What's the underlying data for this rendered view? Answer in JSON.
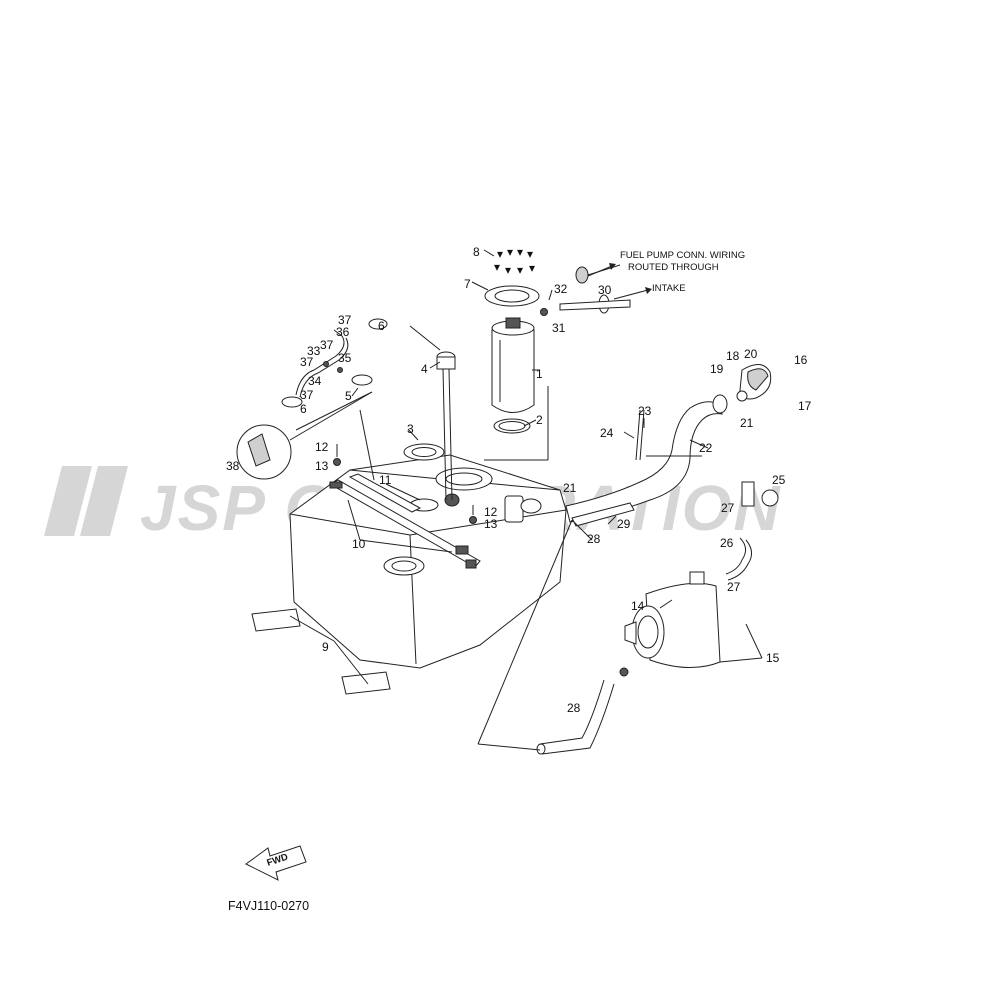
{
  "watermark": {
    "text": "JSP CORPORATION"
  },
  "diagram_code": "F4VJ110-0270",
  "fwd_label": "FWD",
  "notes": {
    "fuel_pump_wiring_line1": "FUEL PUMP CONN. WIRING",
    "fuel_pump_wiring_line2": "ROUTED THROUGH",
    "intake": "INTAKE"
  },
  "callouts": [
    {
      "id": "c1",
      "num": "1"
    },
    {
      "id": "c2",
      "num": "2"
    },
    {
      "id": "c3",
      "num": "3"
    },
    {
      "id": "c4",
      "num": "4"
    },
    {
      "id": "c5",
      "num": "5"
    },
    {
      "id": "c6a",
      "num": "6"
    },
    {
      "id": "c6b",
      "num": "6"
    },
    {
      "id": "c7",
      "num": "7"
    },
    {
      "id": "c8",
      "num": "8"
    },
    {
      "id": "c9",
      "num": "9"
    },
    {
      "id": "c10",
      "num": "10"
    },
    {
      "id": "c11",
      "num": "11"
    },
    {
      "id": "c12a",
      "num": "12"
    },
    {
      "id": "c12b",
      "num": "12"
    },
    {
      "id": "c13a",
      "num": "13"
    },
    {
      "id": "c13b",
      "num": "13"
    },
    {
      "id": "c14",
      "num": "14"
    },
    {
      "id": "c15",
      "num": "15"
    },
    {
      "id": "c16",
      "num": "16"
    },
    {
      "id": "c17",
      "num": "17"
    },
    {
      "id": "c18",
      "num": "18"
    },
    {
      "id": "c19",
      "num": "19"
    },
    {
      "id": "c20",
      "num": "20"
    },
    {
      "id": "c21a",
      "num": "21"
    },
    {
      "id": "c21b",
      "num": "21"
    },
    {
      "id": "c22",
      "num": "22"
    },
    {
      "id": "c23",
      "num": "23"
    },
    {
      "id": "c24",
      "num": "24"
    },
    {
      "id": "c25",
      "num": "25"
    },
    {
      "id": "c26",
      "num": "26"
    },
    {
      "id": "c27a",
      "num": "27"
    },
    {
      "id": "c27b",
      "num": "27"
    },
    {
      "id": "c28a",
      "num": "28"
    },
    {
      "id": "c28b",
      "num": "28"
    },
    {
      "id": "c29",
      "num": "29"
    },
    {
      "id": "c30",
      "num": "30"
    },
    {
      "id": "c31",
      "num": "31"
    },
    {
      "id": "c32",
      "num": "32"
    },
    {
      "id": "c33",
      "num": "33"
    },
    {
      "id": "c34",
      "num": "34"
    },
    {
      "id": "c35",
      "num": "35"
    },
    {
      "id": "c36",
      "num": "36"
    },
    {
      "id": "c37a",
      "num": "37"
    },
    {
      "id": "c37b",
      "num": "37"
    },
    {
      "id": "c37c",
      "num": "37"
    },
    {
      "id": "c37d",
      "num": "37"
    },
    {
      "id": "c38",
      "num": "38"
    }
  ],
  "colors": {
    "line": "#222222",
    "watermark": "#d6d6d6",
    "shade": "#cfcfcf"
  }
}
